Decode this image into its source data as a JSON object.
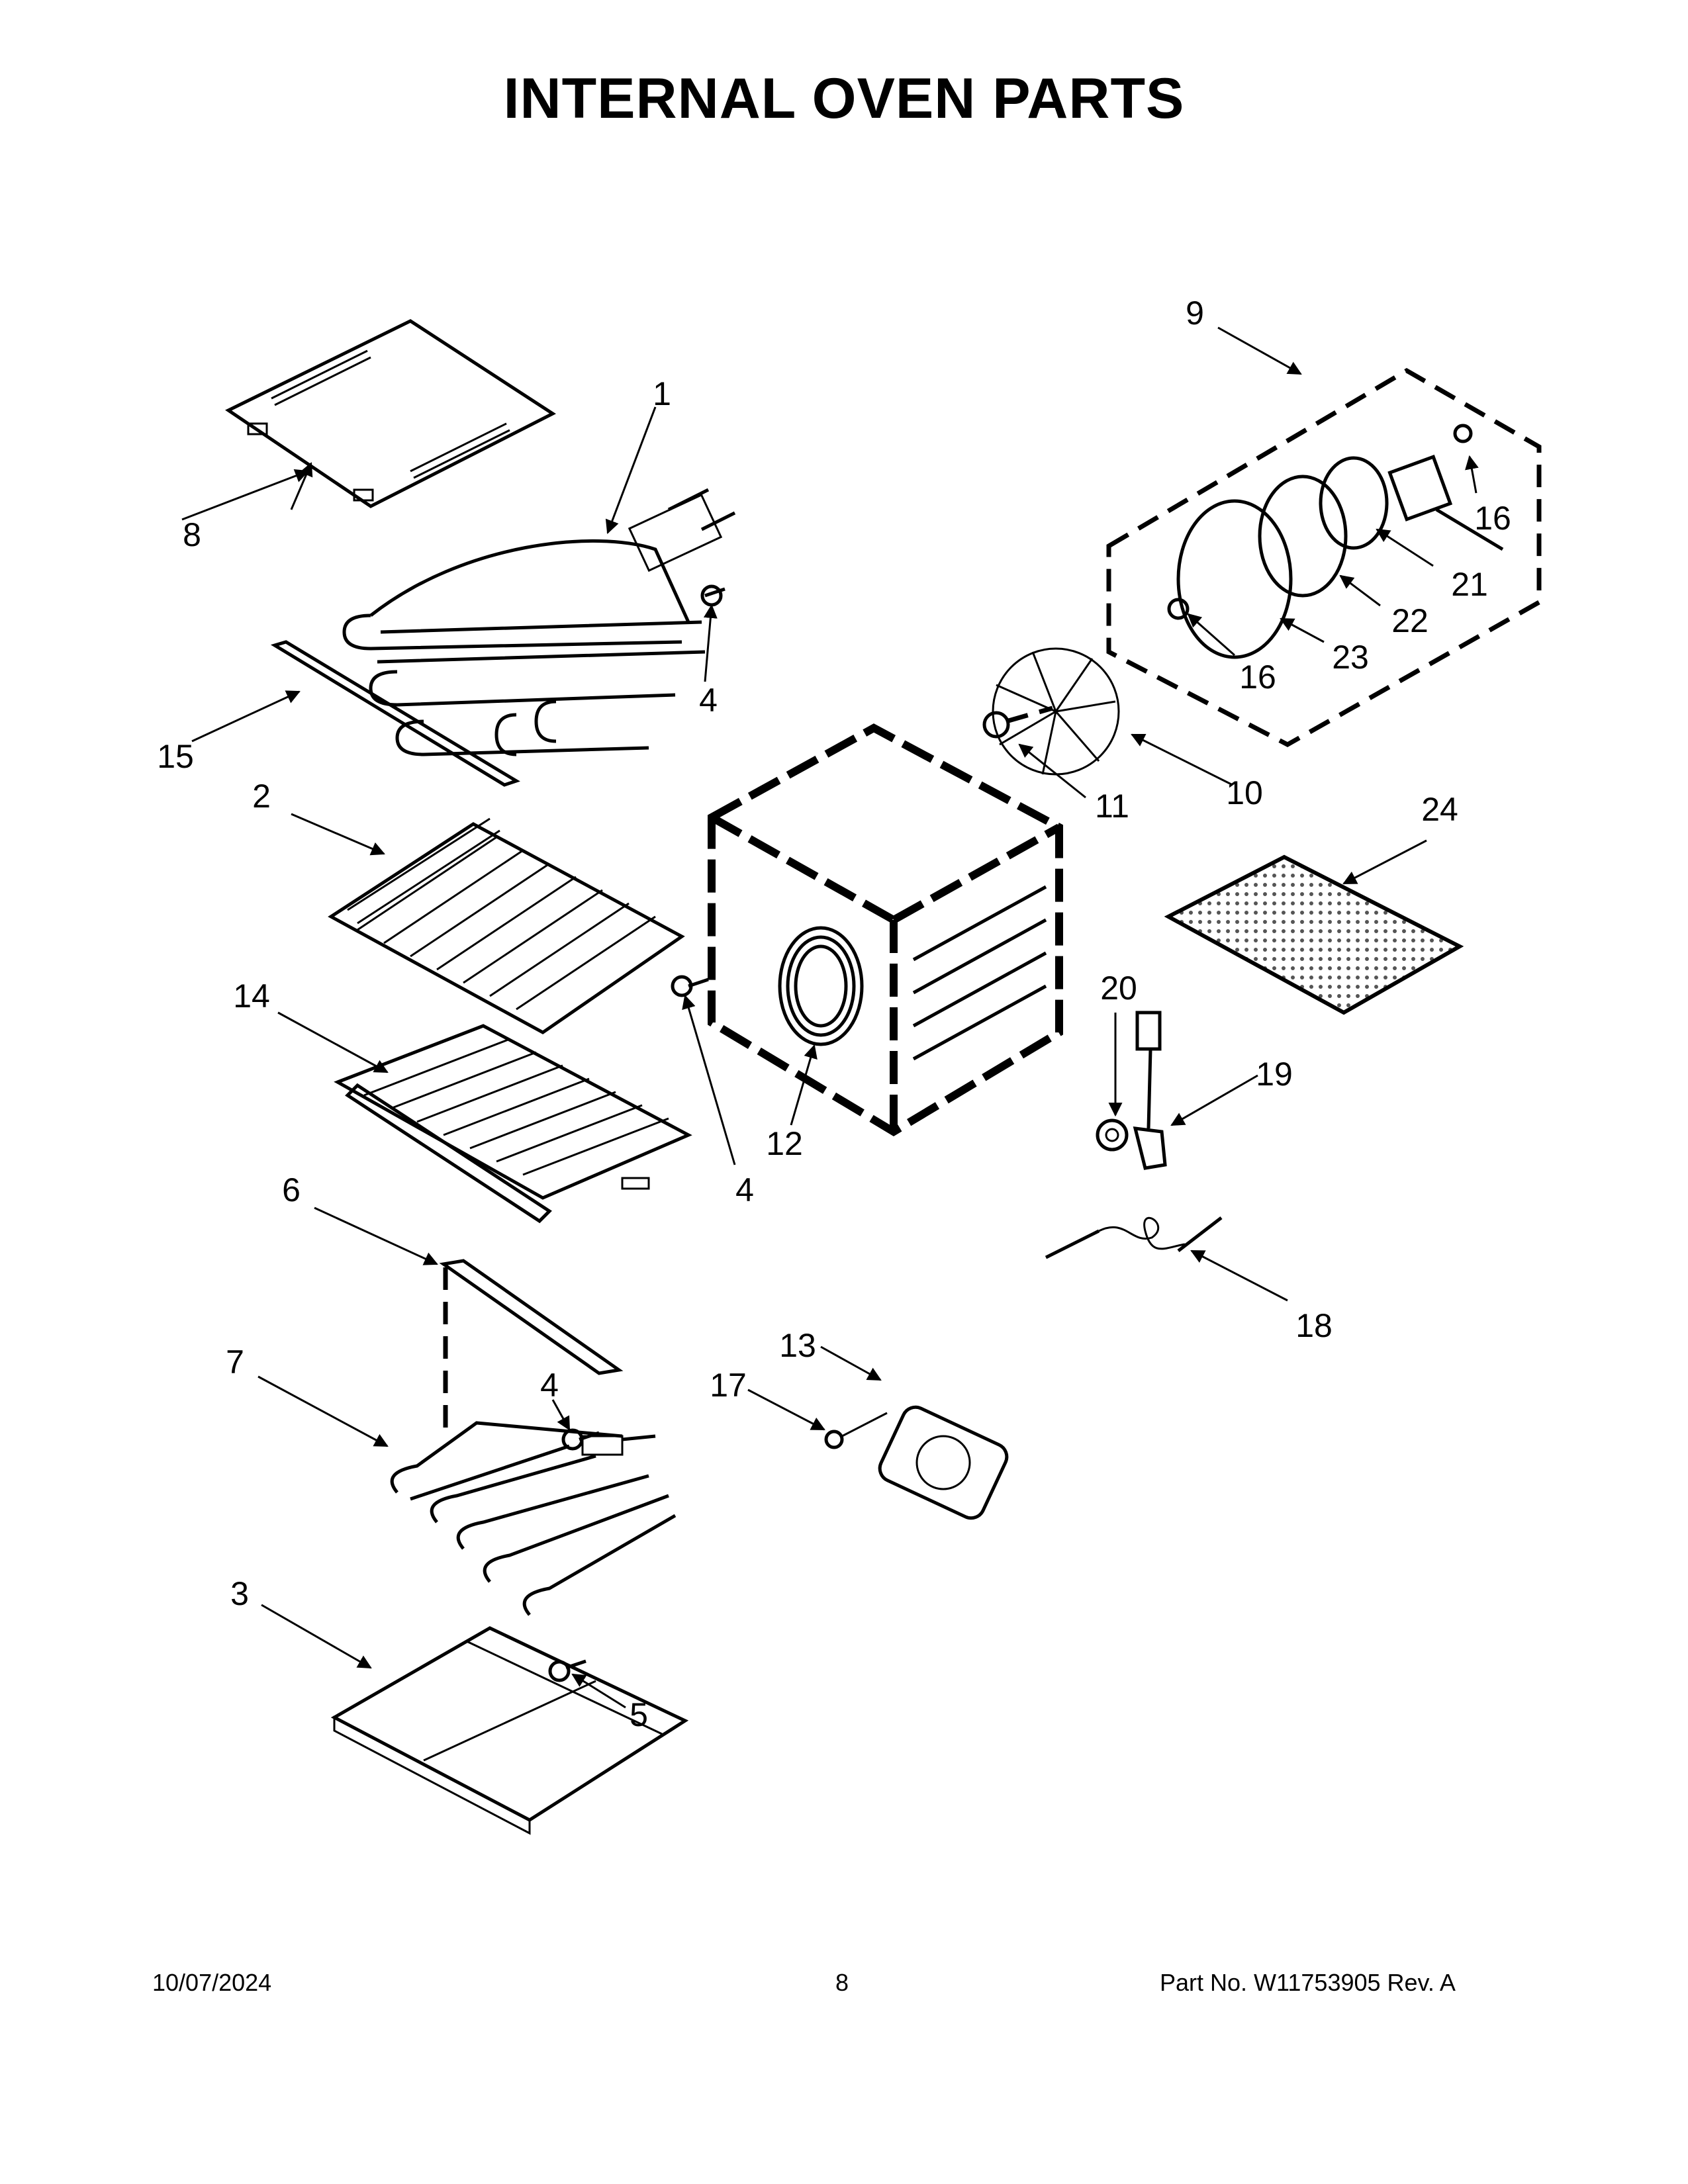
{
  "page": {
    "title": "INTERNAL OVEN PARTS",
    "footer": {
      "date": "10/07/2024",
      "page_number": "8",
      "part_number": "Part No.  W11753905  Rev.  A"
    }
  },
  "callouts": {
    "c1": "1",
    "c2": "2",
    "c3": "3",
    "c4a": "4",
    "c4b": "4",
    "c4c": "4",
    "c5": "5",
    "c6": "6",
    "c7": "7",
    "c8": "8",
    "c9": "9",
    "c10": "10",
    "c11": "11",
    "c12": "12",
    "c13": "13",
    "c14": "14",
    "c15": "15",
    "c16a": "16",
    "c16b": "16",
    "c17": "17",
    "c18": "18",
    "c19": "19",
    "c20": "20",
    "c21": "21",
    "c22": "22",
    "c23": "23",
    "c24": "24"
  }
}
